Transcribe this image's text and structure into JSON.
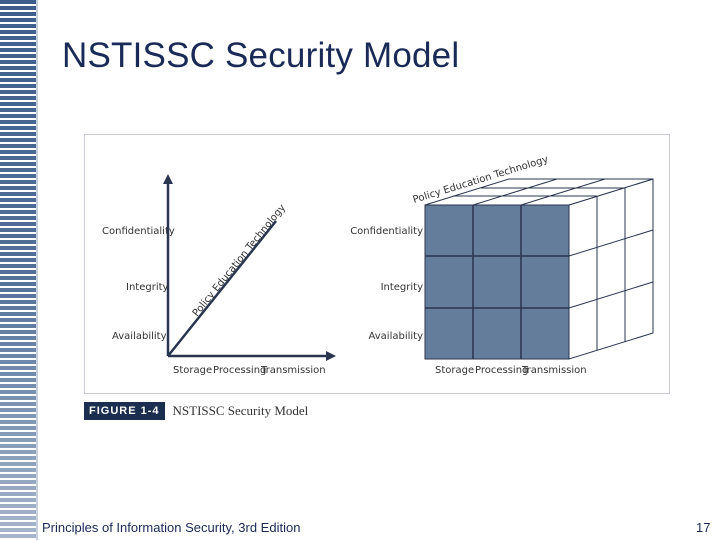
{
  "slide": {
    "title": "NSTISSC Security Model",
    "footer": "Principles of Information Security, 3rd Edition",
    "page_number": "17"
  },
  "figure": {
    "caption_tag": "FIGURE 1-4",
    "caption_text": "NSTISSC Security Model",
    "left_diagram": {
      "y_labels": [
        "Confidentiality",
        "Integrity",
        "Availability"
      ],
      "x_labels": [
        "Storage",
        "Processing",
        "Transmission"
      ],
      "diagonal_label": "Policy Education Technology"
    },
    "cube": {
      "y_labels": [
        "Confidentiality",
        "Integrity",
        "Availability"
      ],
      "x_labels": [
        "Storage",
        "Processing",
        "Transmission"
      ],
      "top_label": "Policy Education Technology"
    }
  },
  "colors": {
    "title": "#1a2a57",
    "left_bar": "#3e5f8c",
    "cube_front": "#647d9a",
    "caption_tag": "#1c2e4f"
  }
}
